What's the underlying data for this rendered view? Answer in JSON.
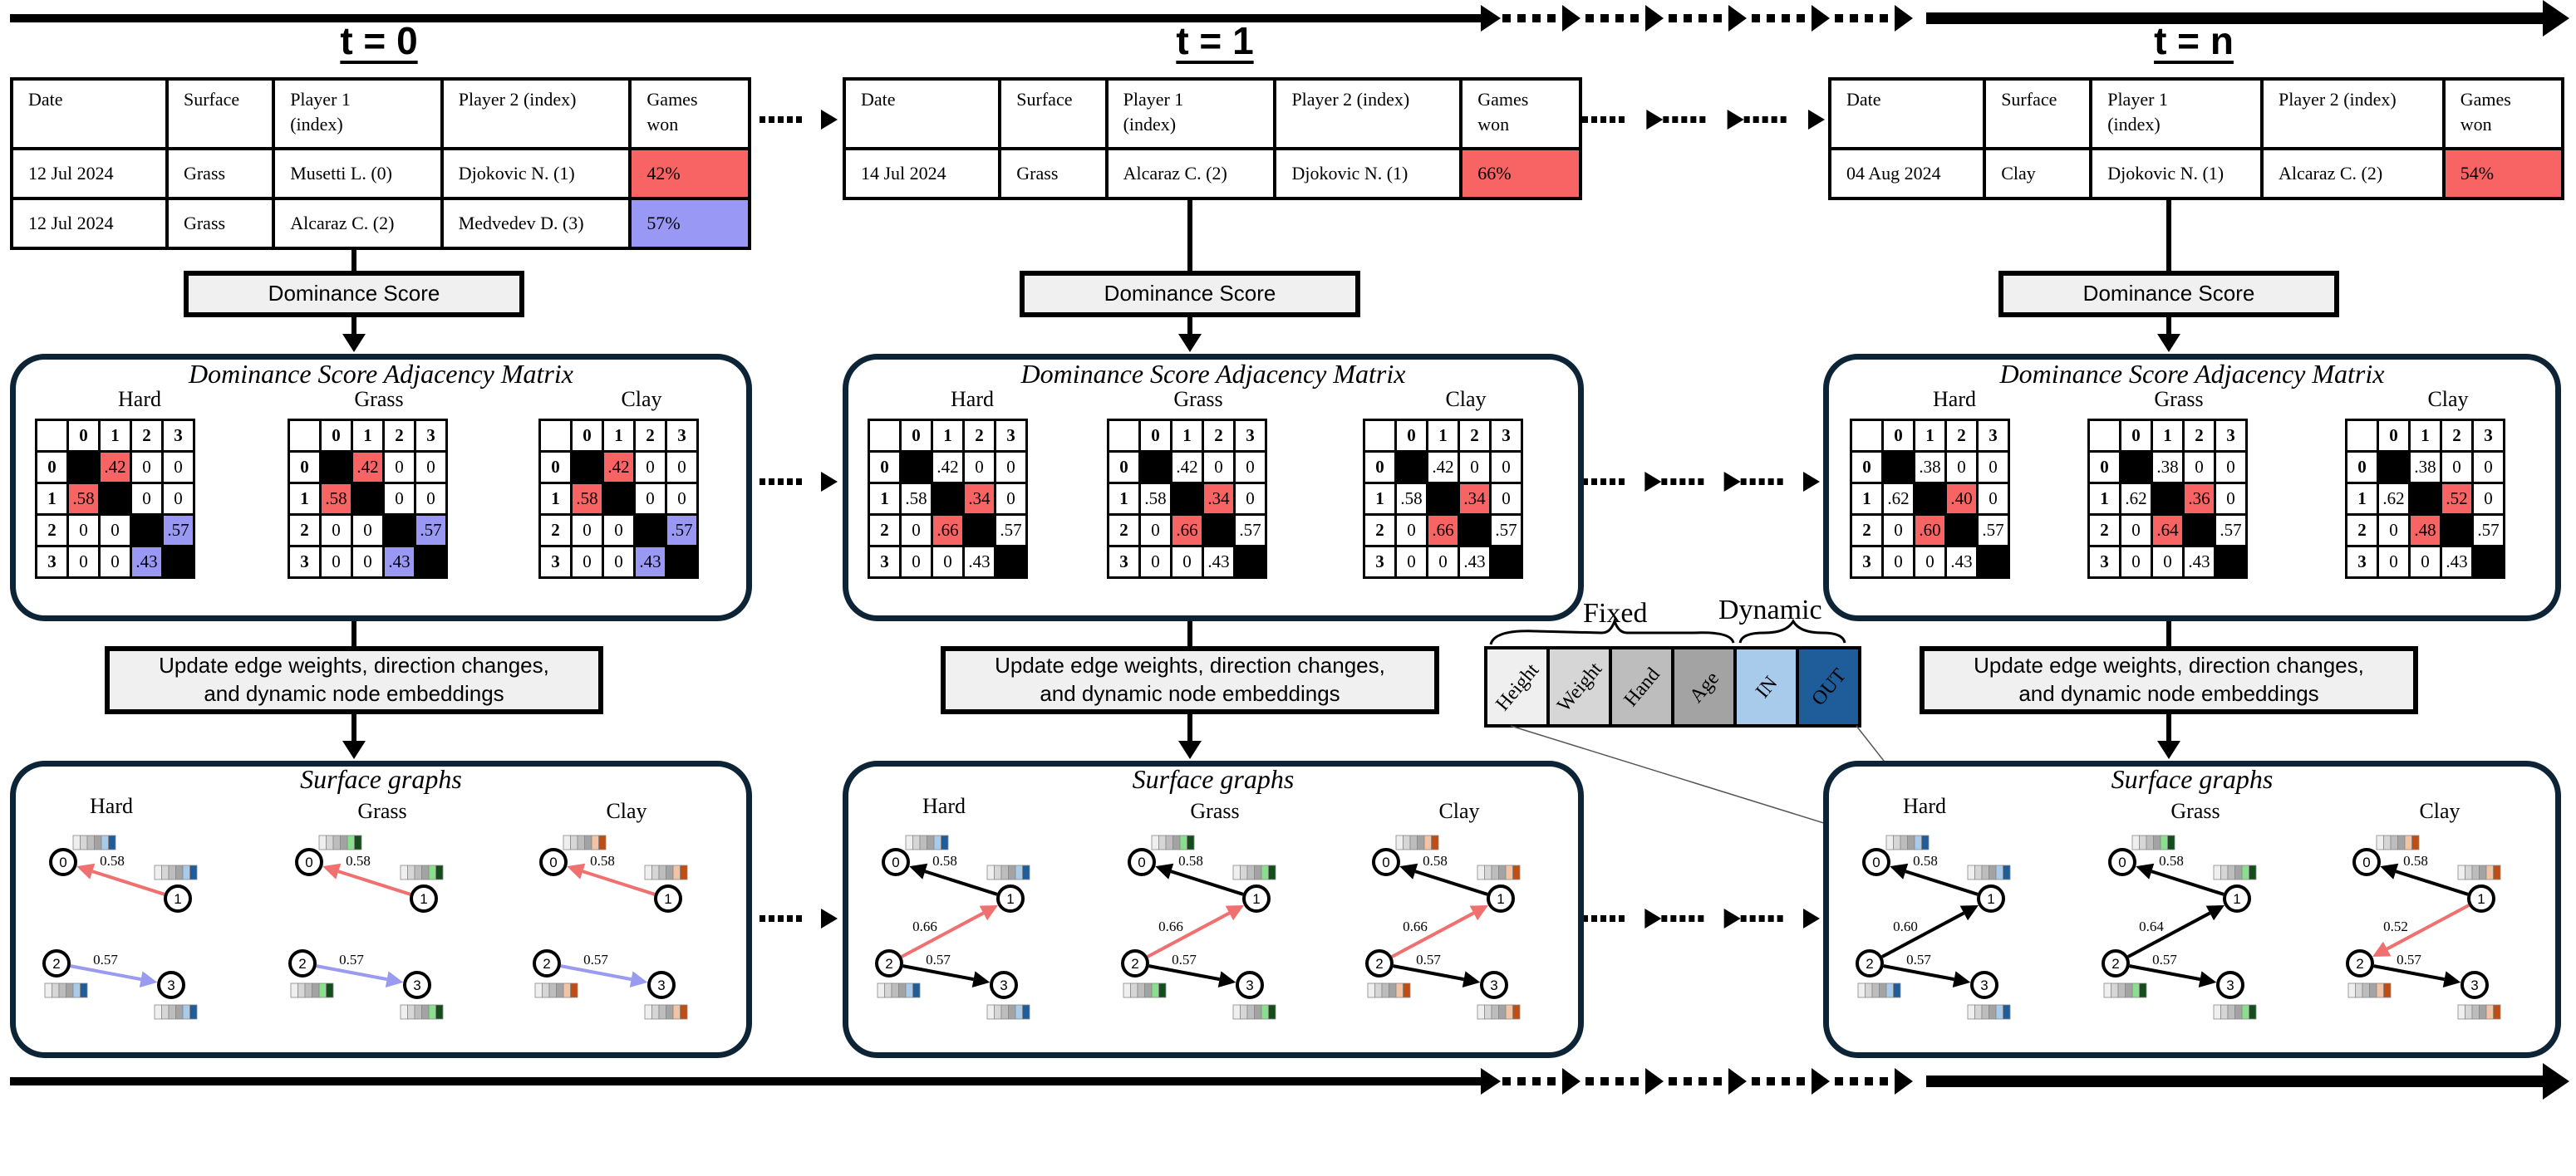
{
  "colors": {
    "win_red": "#f86464",
    "win_blue": "#9999f5",
    "panel_border": "#0d2436",
    "edge_red": "#f07070",
    "edge_blue": "#9a9af0",
    "process_fill": "#f0f0f0"
  },
  "table_headers": [
    "Date",
    "Surface",
    "Player 1\n(index)",
    "Player 2 (index)",
    "Games\nwon"
  ],
  "process_labels": {
    "dominance": "Dominance Score",
    "update_line1": "Update edge weights, direction changes,",
    "update_line2": "and dynamic node embeddings"
  },
  "panel_titles": {
    "matrix": "Dominance Score Adjacency Matrix",
    "graphs": "Surface graphs"
  },
  "surfaces": [
    "Hard",
    "Grass",
    "Clay"
  ],
  "embedding_legend": {
    "fixed_label": "Fixed",
    "dynamic_label": "Dynamic",
    "features": [
      "Height",
      "Weight",
      "Hand",
      "Age",
      "IN",
      "OUT"
    ],
    "feature_colors": [
      "#efefef",
      "#d6d6d6",
      "#bdbdbd",
      "#a3a3a3",
      "#a8cbeb",
      "#1f5c9a"
    ]
  },
  "surface_dynamic_colors": {
    "Hard": [
      "#a8cbeb",
      "#1f5c9a"
    ],
    "Grass": [
      "#88e08c",
      "#134d1c"
    ],
    "Clay": [
      "#f4c3a4",
      "#c24d12"
    ]
  },
  "matrix_axis": [
    "0",
    "1",
    "2",
    "3"
  ],
  "timesteps": [
    {
      "label": "t = 0",
      "matches": [
        {
          "date": "12 Jul 2024",
          "surface": "Grass",
          "p1": "Musetti L. (0)",
          "p2": "Djokovic N. (1)",
          "games_won": "42%",
          "highlight": "red"
        },
        {
          "date": "12 Jul 2024",
          "surface": "Grass",
          "p1": "Alcaraz C. (2)",
          "p2": "Medvedev D. (3)",
          "games_won": "57%",
          "highlight": "blue"
        }
      ],
      "matrices": [
        {
          "surface": "Hard",
          "cells": [
            [
              "",
              ".42",
              "0",
              "0"
            ],
            [
              ".58",
              "",
              "0",
              "0"
            ],
            [
              "0",
              "0",
              "",
              ".57"
            ],
            [
              "0",
              "0",
              ".43",
              ""
            ]
          ],
          "hl": [
            [
              0,
              1,
              "red"
            ],
            [
              1,
              0,
              "red"
            ],
            [
              2,
              3,
              "blue"
            ],
            [
              3,
              2,
              "blue"
            ]
          ]
        },
        {
          "surface": "Grass",
          "cells": [
            [
              "",
              ".42",
              "0",
              "0"
            ],
            [
              ".58",
              "",
              "0",
              "0"
            ],
            [
              "0",
              "0",
              "",
              ".57"
            ],
            [
              "0",
              "0",
              ".43",
              ""
            ]
          ],
          "hl": [
            [
              0,
              1,
              "red"
            ],
            [
              1,
              0,
              "red"
            ],
            [
              2,
              3,
              "blue"
            ],
            [
              3,
              2,
              "blue"
            ]
          ]
        },
        {
          "surface": "Clay",
          "cells": [
            [
              "",
              ".42",
              "0",
              "0"
            ],
            [
              ".58",
              "",
              "0",
              "0"
            ],
            [
              "0",
              "0",
              "",
              ".57"
            ],
            [
              "0",
              "0",
              ".43",
              ""
            ]
          ],
          "hl": [
            [
              0,
              1,
              "red"
            ],
            [
              1,
              0,
              "red"
            ],
            [
              2,
              3,
              "blue"
            ],
            [
              3,
              2,
              "blue"
            ]
          ]
        }
      ],
      "graphs": [
        {
          "surface": "Hard",
          "edges": [
            {
              "from": 1,
              "to": 0,
              "w": "0.58",
              "color": "red"
            },
            {
              "from": 2,
              "to": 3,
              "w": "0.57",
              "color": "blue"
            }
          ]
        },
        {
          "surface": "Grass",
          "edges": [
            {
              "from": 1,
              "to": 0,
              "w": "0.58",
              "color": "red"
            },
            {
              "from": 2,
              "to": 3,
              "w": "0.57",
              "color": "blue"
            }
          ]
        },
        {
          "surface": "Clay",
          "edges": [
            {
              "from": 1,
              "to": 0,
              "w": "0.58",
              "color": "red"
            },
            {
              "from": 2,
              "to": 3,
              "w": "0.57",
              "color": "blue"
            }
          ]
        }
      ]
    },
    {
      "label": "t = 1",
      "matches": [
        {
          "date": "14 Jul 2024",
          "surface": "Grass",
          "p1": "Alcaraz C. (2)",
          "p2": "Djokovic N. (1)",
          "games_won": "66%",
          "highlight": "red"
        }
      ],
      "matrices": [
        {
          "surface": "Hard",
          "cells": [
            [
              "",
              ".42",
              "0",
              "0"
            ],
            [
              ".58",
              "",
              ".34",
              "0"
            ],
            [
              "0",
              ".66",
              "",
              ".57"
            ],
            [
              "0",
              "0",
              ".43",
              ""
            ]
          ],
          "hl": [
            [
              1,
              2,
              "red"
            ],
            [
              2,
              1,
              "red"
            ]
          ]
        },
        {
          "surface": "Grass",
          "cells": [
            [
              "",
              ".42",
              "0",
              "0"
            ],
            [
              ".58",
              "",
              ".34",
              "0"
            ],
            [
              "0",
              ".66",
              "",
              ".57"
            ],
            [
              "0",
              "0",
              ".43",
              ""
            ]
          ],
          "hl": [
            [
              1,
              2,
              "red"
            ],
            [
              2,
              1,
              "red"
            ]
          ]
        },
        {
          "surface": "Clay",
          "cells": [
            [
              "",
              ".42",
              "0",
              "0"
            ],
            [
              ".58",
              "",
              ".34",
              "0"
            ],
            [
              "0",
              ".66",
              "",
              ".57"
            ],
            [
              "0",
              "0",
              ".43",
              ""
            ]
          ],
          "hl": [
            [
              1,
              2,
              "red"
            ],
            [
              2,
              1,
              "red"
            ]
          ]
        }
      ],
      "graphs": [
        {
          "surface": "Hard",
          "edges": [
            {
              "from": 1,
              "to": 0,
              "w": "0.58",
              "color": "black"
            },
            {
              "from": 2,
              "to": 1,
              "w": "0.66",
              "color": "red"
            },
            {
              "from": 2,
              "to": 3,
              "w": "0.57",
              "color": "black"
            }
          ]
        },
        {
          "surface": "Grass",
          "edges": [
            {
              "from": 1,
              "to": 0,
              "w": "0.58",
              "color": "black"
            },
            {
              "from": 2,
              "to": 1,
              "w": "0.66",
              "color": "red"
            },
            {
              "from": 2,
              "to": 3,
              "w": "0.57",
              "color": "black"
            }
          ]
        },
        {
          "surface": "Clay",
          "edges": [
            {
              "from": 1,
              "to": 0,
              "w": "0.58",
              "color": "black"
            },
            {
              "from": 2,
              "to": 1,
              "w": "0.66",
              "color": "red"
            },
            {
              "from": 2,
              "to": 3,
              "w": "0.57",
              "color": "black"
            }
          ]
        }
      ]
    },
    {
      "label": "t = n",
      "matches": [
        {
          "date": "04 Aug 2024",
          "surface": "Clay",
          "p1": "Djokovic N. (1)",
          "p2": "Alcaraz C. (2)",
          "games_won": "54%",
          "highlight": "red"
        }
      ],
      "matrices": [
        {
          "surface": "Hard",
          "cells": [
            [
              "",
              ".38",
              "0",
              "0"
            ],
            [
              ".62",
              "",
              ".40",
              "0"
            ],
            [
              "0",
              ".60",
              "",
              ".57"
            ],
            [
              "0",
              "0",
              ".43",
              ""
            ]
          ],
          "hl": [
            [
              1,
              2,
              "red"
            ],
            [
              2,
              1,
              "red"
            ]
          ]
        },
        {
          "surface": "Grass",
          "cells": [
            [
              "",
              ".38",
              "0",
              "0"
            ],
            [
              ".62",
              "",
              ".36",
              "0"
            ],
            [
              "0",
              ".64",
              "",
              ".57"
            ],
            [
              "0",
              "0",
              ".43",
              ""
            ]
          ],
          "hl": [
            [
              1,
              2,
              "red"
            ],
            [
              2,
              1,
              "red"
            ]
          ]
        },
        {
          "surface": "Clay",
          "cells": [
            [
              "",
              ".38",
              "0",
              "0"
            ],
            [
              ".62",
              "",
              ".52",
              "0"
            ],
            [
              "0",
              ".48",
              "",
              ".57"
            ],
            [
              "0",
              "0",
              ".43",
              ""
            ]
          ],
          "hl": [
            [
              1,
              2,
              "red"
            ],
            [
              2,
              1,
              "red"
            ]
          ]
        }
      ],
      "graphs": [
        {
          "surface": "Hard",
          "edges": [
            {
              "from": 1,
              "to": 0,
              "w": "0.58",
              "color": "black"
            },
            {
              "from": 2,
              "to": 1,
              "w": "0.60",
              "color": "black"
            },
            {
              "from": 2,
              "to": 3,
              "w": "0.57",
              "color": "black"
            }
          ]
        },
        {
          "surface": "Grass",
          "edges": [
            {
              "from": 1,
              "to": 0,
              "w": "0.58",
              "color": "black"
            },
            {
              "from": 2,
              "to": 1,
              "w": "0.64",
              "color": "black"
            },
            {
              "from": 2,
              "to": 3,
              "w": "0.57",
              "color": "black"
            }
          ]
        },
        {
          "surface": "Clay",
          "edges": [
            {
              "from": 1,
              "to": 0,
              "w": "0.58",
              "color": "black"
            },
            {
              "from": 1,
              "to": 2,
              "w": "0.52",
              "color": "red"
            },
            {
              "from": 2,
              "to": 3,
              "w": "0.57",
              "color": "black"
            }
          ]
        }
      ]
    }
  ]
}
